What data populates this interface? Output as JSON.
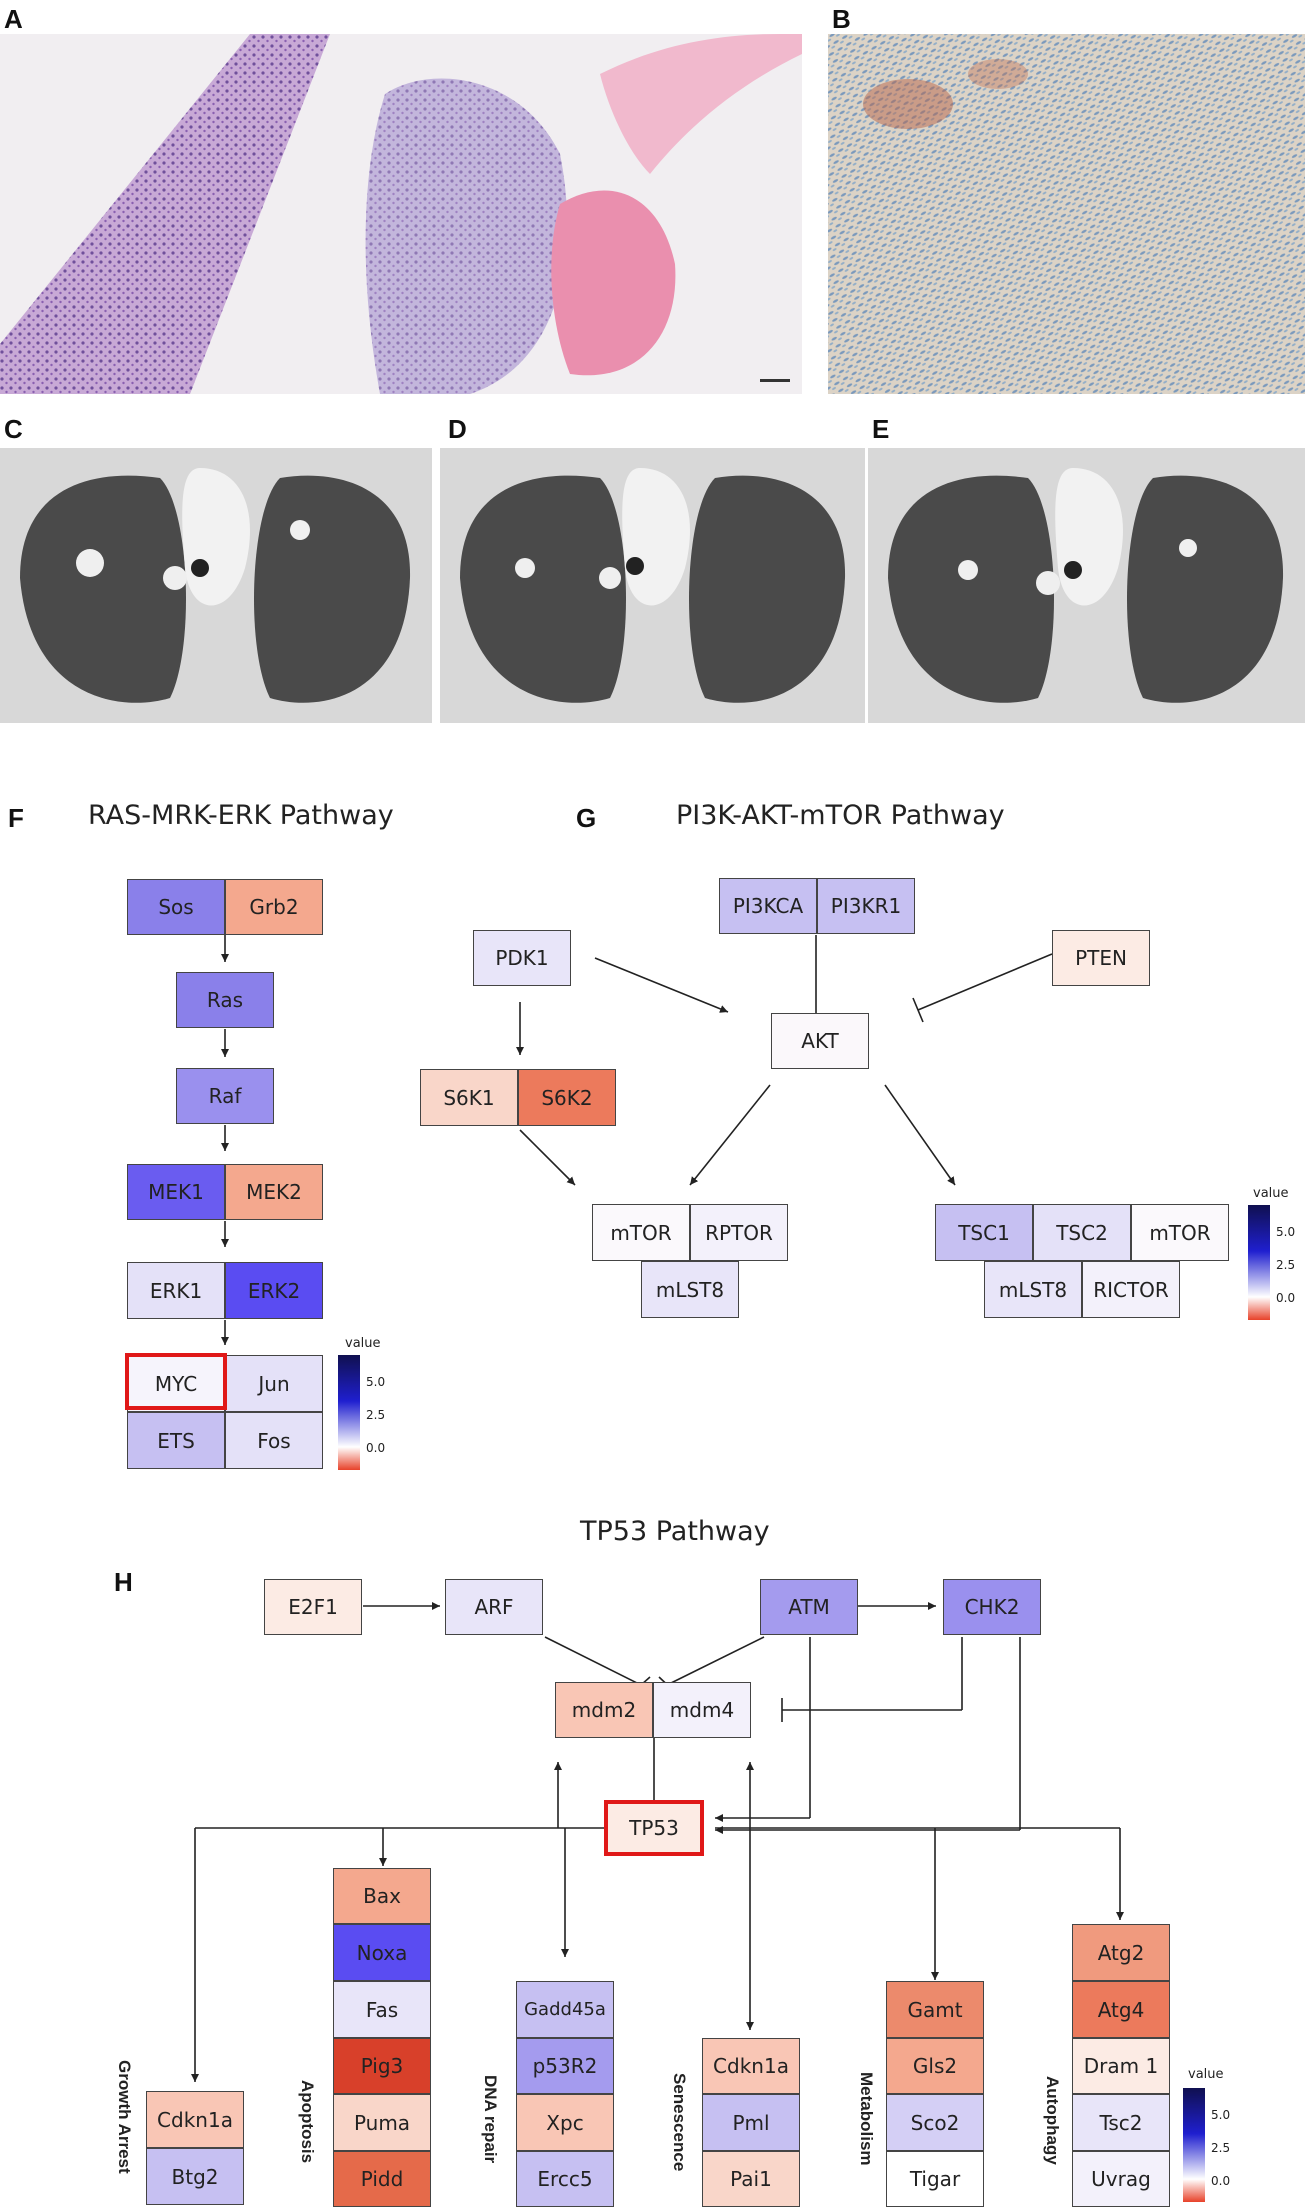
{
  "panels": {
    "A": "A",
    "B": "B",
    "C": "C",
    "D": "D",
    "E": "E",
    "F": "F",
    "G": "G",
    "H": "H"
  },
  "titles": {
    "f": "RAS-MRK-ERK Pathway",
    "g": "PI3K-AKT-mTOR Pathway",
    "h": "TP53 Pathway"
  },
  "legend": {
    "title": "value",
    "t1": "5.0",
    "t2": "2.5",
    "t3": "0.0"
  },
  "f": {
    "sos": "Sos",
    "grb2": "Grb2",
    "ras": "Ras",
    "raf": "Raf",
    "mek1": "MEK1",
    "mek2": "MEK2",
    "erk1": "ERK1",
    "erk2": "ERK2",
    "myc": "MYC",
    "jun": "Jun",
    "ets": "ETS",
    "fos": "Fos"
  },
  "g": {
    "pi3kca": "PI3KCA",
    "pi3kr1": "PI3KR1",
    "pdk1": "PDK1",
    "pten": "PTEN",
    "akt": "AKT",
    "s6k1": "S6K1",
    "s6k2": "S6K2",
    "mtor1": "mTOR",
    "rptor": "RPTOR",
    "mlst8a": "mLST8",
    "tsc1": "TSC1",
    "tsc2": "TSC2",
    "mtor2": "mTOR",
    "mlst8b": "mLST8",
    "rictor": "RICTOR"
  },
  "h": {
    "e2f1": "E2F1",
    "arf": "ARF",
    "atm": "ATM",
    "chk2": "CHK2",
    "mdm2": "mdm2",
    "mdm4": "mdm4",
    "tp53": "TP53",
    "cat_growth": "Growth Arrest",
    "cat_apop": "Apoptosis",
    "cat_dna": "DNA repair",
    "cat_sen": "Senescence",
    "cat_met": "Metabolism",
    "cat_auto": "Autophagy",
    "cdkn1a_g": "Cdkn1a",
    "btg2": "Btg2",
    "bax": "Bax",
    "noxa": "Noxa",
    "fas": "Fas",
    "pig3": "Pig3",
    "puma": "Puma",
    "pidd": "Pidd",
    "gadd45a": "Gadd45a",
    "p53r2": "p53R2",
    "xpc": "Xpc",
    "ercc5": "Ercc5",
    "cdkn1a_s": "Cdkn1a",
    "pml": "Pml",
    "pai1": "Pai1",
    "gamt": "Gamt",
    "gls2": "Gls2",
    "sco2": "Sco2",
    "tigar": "Tigar",
    "atg2": "Atg2",
    "atg4": "Atg4",
    "dram1": "Dram 1",
    "tsc2": "Tsc2",
    "uvrag": "Uvrag"
  },
  "colors": {
    "blue_strong": "#6a5cf0",
    "blue_mid": "#8a80ea",
    "blue_light": "#c6c0f2",
    "blue_pale": "#e4e1f8",
    "red_strong": "#d8402a",
    "red_mid": "#ec7a5c",
    "red_light": "#f4a88e",
    "red_pale": "#f9d6c9",
    "red_faint": "#fcebe4",
    "white": "#ffffff",
    "highlight": "#e01818"
  }
}
